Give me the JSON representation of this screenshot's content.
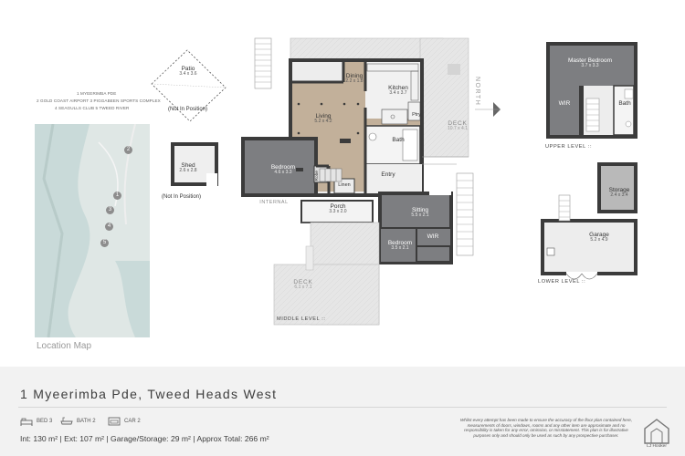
{
  "plan": {
    "address": "1 Myeerimba Pde, Tweed Heads West",
    "areas": "Int: 130 m² | Ext: 107 m² | Garage/Storage: 29 m² | Approx Total: 266 m²",
    "features": [
      {
        "icon": "bed-icon",
        "label": "BED 3"
      },
      {
        "icon": "bath-icon",
        "label": "BATH 2"
      },
      {
        "icon": "car-icon",
        "label": "CAR 2"
      }
    ],
    "disclaimer": "Whilst every attempt has been made to ensure the accuracy of the floor plan contained here, measurements of doors, windows, rooms and any other item are approximate and no responsibility is taken for any error, omission, or misstatement. This plan is for illustrative purposes only and should only be used as such by any prospective purchaser.",
    "brand": "LJ Hooker",
    "north": "NORTH"
  },
  "location": {
    "title": "Location Map",
    "legend_line1": "1 MYEERIMBA PDE",
    "legend_line2": "2 GOLD COAST AIRPORT      3 PIGGABEEN SPORTS COMPLEX",
    "legend_line3": "4 SEAGULLS CLUB      5 TWEED RIVER",
    "pins": [
      "1",
      "2",
      "3",
      "4",
      "5"
    ]
  },
  "rooms": {
    "patio": {
      "name": "Patio",
      "dim": "3.4 x 3.6"
    },
    "patio_note": "(Not In Position)",
    "shed": {
      "name": "Shed",
      "dim": "2.6 x 2.8"
    },
    "shed_note": "(Not In Position)",
    "dining": {
      "name": "Dining",
      "dim": "2.2 x 1.8"
    },
    "kitchen": {
      "name": "Kitchen",
      "dim": "3.4 x 3.7"
    },
    "living": {
      "name": "Living",
      "dim": "5.2 x 4.2"
    },
    "ptry": "Ptry",
    "deck_right": {
      "name": "DECK",
      "dim": "10.7 x 4.1"
    },
    "bath_mid": "Bath",
    "bedroom_left": {
      "name": "Bedroom",
      "dim": "4.6 x 3.3"
    },
    "robe": "Robe",
    "linen": "Linen",
    "entry": "Entry",
    "internal": "INTERNAL",
    "porch": {
      "name": "Porch",
      "dim": "3.3 x 2.0"
    },
    "sitting": {
      "name": "Sitting",
      "dim": "5.5 x 2.1"
    },
    "wir_mid": "WIR",
    "bedroom_mid": {
      "name": "Bedroom",
      "dim": "3.5 x 2.1"
    },
    "deck_lower": {
      "name": "DECK",
      "dim": "6.1 x 7.1"
    },
    "middle_level": "MIDDLE LEVEL ::",
    "master": {
      "name": "Master Bedroom",
      "dim": "3.7 x 3.3"
    },
    "wir_upper": "WIR",
    "bath_upper": "Bath",
    "upper_level": "UPPER LEVEL ::",
    "storage": {
      "name": "Storage",
      "dim": "2.4 x 3.4"
    },
    "garage": {
      "name": "Garage",
      "dim": "5.2 x 4.9"
    },
    "lower_level": "LOWER LEVEL ::"
  },
  "colors": {
    "wall": "#3b3b3b",
    "living_zone": "#c2b09a",
    "bedroom_zone": "#7d7e81",
    "light_zone": "#ebebeb",
    "deck_zone": "#e3e3e3",
    "footer": "#f2f2f2"
  }
}
